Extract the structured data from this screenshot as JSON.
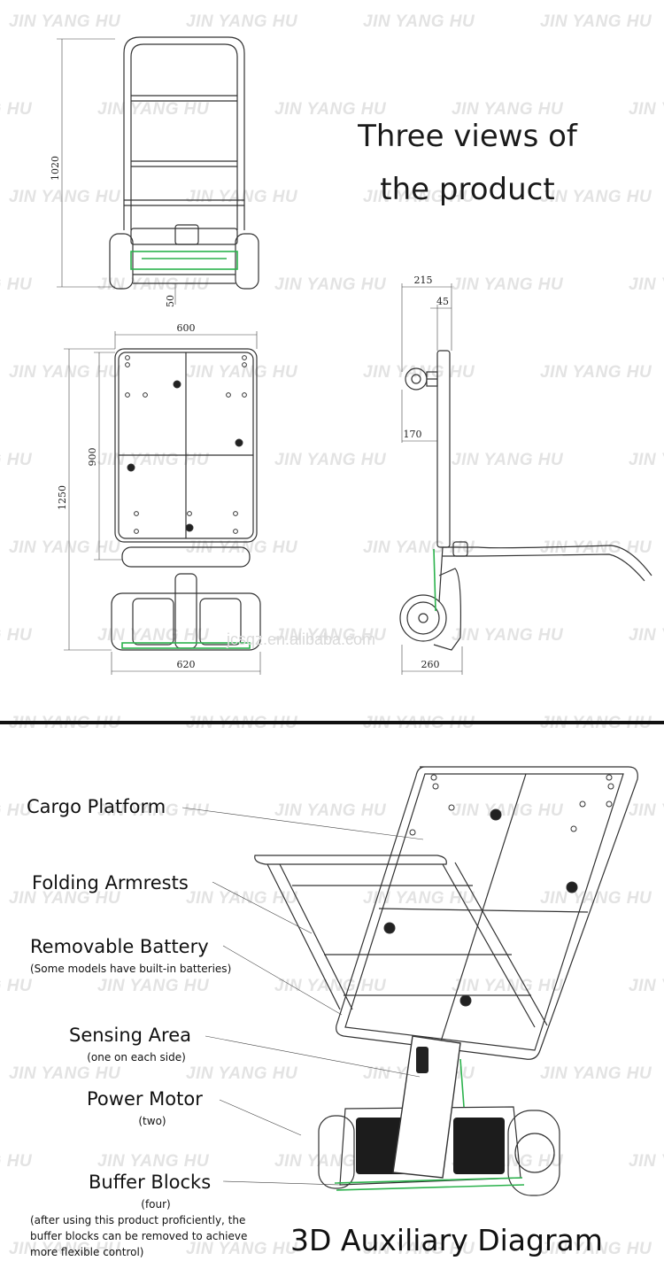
{
  "watermark": "JIN YANG HU",
  "site_watermark": "jcsqz.en.alibaba.com",
  "top_section": {
    "title_line1": "Three views of",
    "title_line2": "the product",
    "front_view": {
      "dim_height": "1020",
      "dim_bottom": "50"
    },
    "top_view": {
      "dim_width_top": "600",
      "dim_height_inner": "900",
      "dim_height_total": "1250",
      "dim_width_bottom": "620"
    },
    "side_view": {
      "dim_215": "215",
      "dim_45": "45",
      "dim_170": "170",
      "dim_260": "260"
    }
  },
  "bottom_section": {
    "title": "3D Auxiliary Diagram",
    "labels": [
      {
        "name": "Cargo Platform",
        "note": ""
      },
      {
        "name": "Folding Armrests",
        "note": ""
      },
      {
        "name": "Removable Battery",
        "note": "(Some models have built-in batteries)"
      },
      {
        "name": "Sensing Area",
        "note": "(one on each side)"
      },
      {
        "name": "Power Motor",
        "note": "(two)"
      },
      {
        "name": "Buffer Blocks",
        "note": "(four)"
      }
    ],
    "buffer_note_lines": [
      "(after using this product proficiently, the",
      "buffer blocks can be removed to achieve",
      "more flexible control)"
    ]
  },
  "colors": {
    "accent_green": "#2bb24c",
    "divider": "#111111",
    "watermark": "#e3e3e3"
  }
}
